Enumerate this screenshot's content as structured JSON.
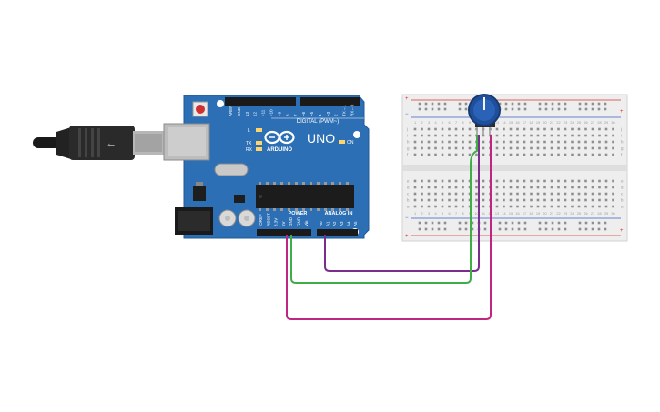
{
  "board": {
    "name": "UNO",
    "brand": "ARDUINO",
    "digital_label": "DIGITAL (PWM~)",
    "power_label": "POWER",
    "analog_label": "ANALOG IN",
    "on_label": "ON",
    "led_l": "L",
    "led_tx": "TX",
    "led_rx": "RX",
    "digital_pins": [
      "AREF",
      "GND",
      "13",
      "12",
      "~11",
      "~10",
      "~9",
      "8",
      "7",
      "~6",
      "~5",
      "4",
      "~3",
      "2",
      "TX→1",
      "RX←0"
    ],
    "power_pins": [
      "IOREF",
      "RESET",
      "3.3V",
      "5V",
      "GND",
      "GND",
      "Vin"
    ],
    "analog_pins": [
      "A0",
      "A1",
      "A2",
      "A3",
      "A4",
      "A5"
    ],
    "color": "#2c6fb5"
  },
  "breadboard": {
    "columns": 30,
    "rows_top": [
      "j",
      "i",
      "h",
      "g",
      "f"
    ],
    "rows_bottom": [
      "e",
      "d",
      "c",
      "b",
      "a"
    ],
    "rail_plus": "+",
    "rail_minus": "−"
  },
  "wires": [
    {
      "name": "wire-analog-a0",
      "color": "#7b2d8e"
    },
    {
      "name": "wire-green-gnd",
      "color": "#3fae49"
    },
    {
      "name": "wire-magenta-5v",
      "color": "#c0267f"
    }
  ],
  "colors": {
    "board": "#2c6fb5",
    "potentiometer_knob": "#1f4f9a",
    "breadboard": "#eeeeee",
    "rail_red": "#d93030",
    "rail_blue": "#3a5fc8"
  }
}
